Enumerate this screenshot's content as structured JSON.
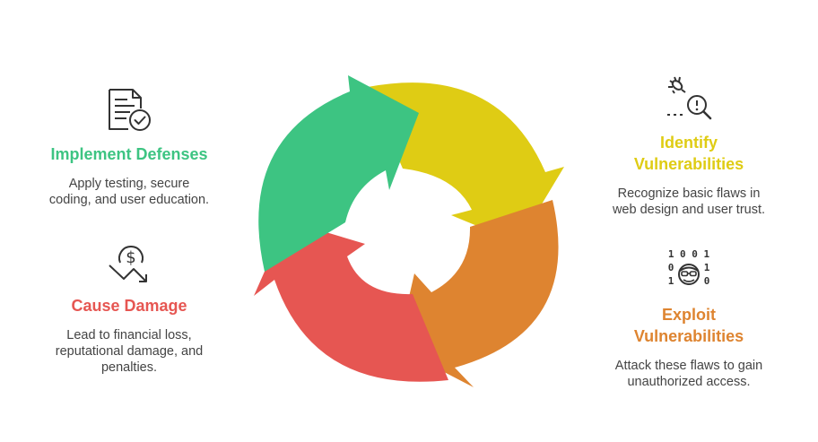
{
  "colors": {
    "green": "#3dc482",
    "yellow": "#dfcc14",
    "orange": "#de8430",
    "red": "#e65652",
    "text": "#444444",
    "icon": "#333333"
  },
  "steps": [
    {
      "id": "identify",
      "title_line1": "Identify",
      "title_line2": "Vulnerabilities",
      "description_line1": "Recognize basic flaws in",
      "description_line2": "web design and user trust.",
      "icon": "bug-magnifier-icon"
    },
    {
      "id": "exploit",
      "title_line1": "Exploit",
      "title_line2": "Vulnerabilities",
      "description_line1": "Attack these flaws to gain",
      "description_line2": "unauthorized access.",
      "icon": "hacker-binary-icon",
      "binary_top": "1 0 0 1",
      "binary_left_1": "0",
      "binary_left_2": "1",
      "binary_right_1": "1",
      "binary_right_2": "0"
    },
    {
      "id": "damage",
      "title": "Cause Damage",
      "description_line1": "Lead to financial loss,",
      "description_line2": "reputational damage, and",
      "description_line3": "penalties.",
      "icon": "dollar-down-trend-icon",
      "icon_glyph": "$"
    },
    {
      "id": "defenses",
      "title": "Implement Defenses",
      "description_line1": "Apply testing, secure",
      "description_line2": "coding, and user education.",
      "icon": "document-check-icon"
    }
  ]
}
